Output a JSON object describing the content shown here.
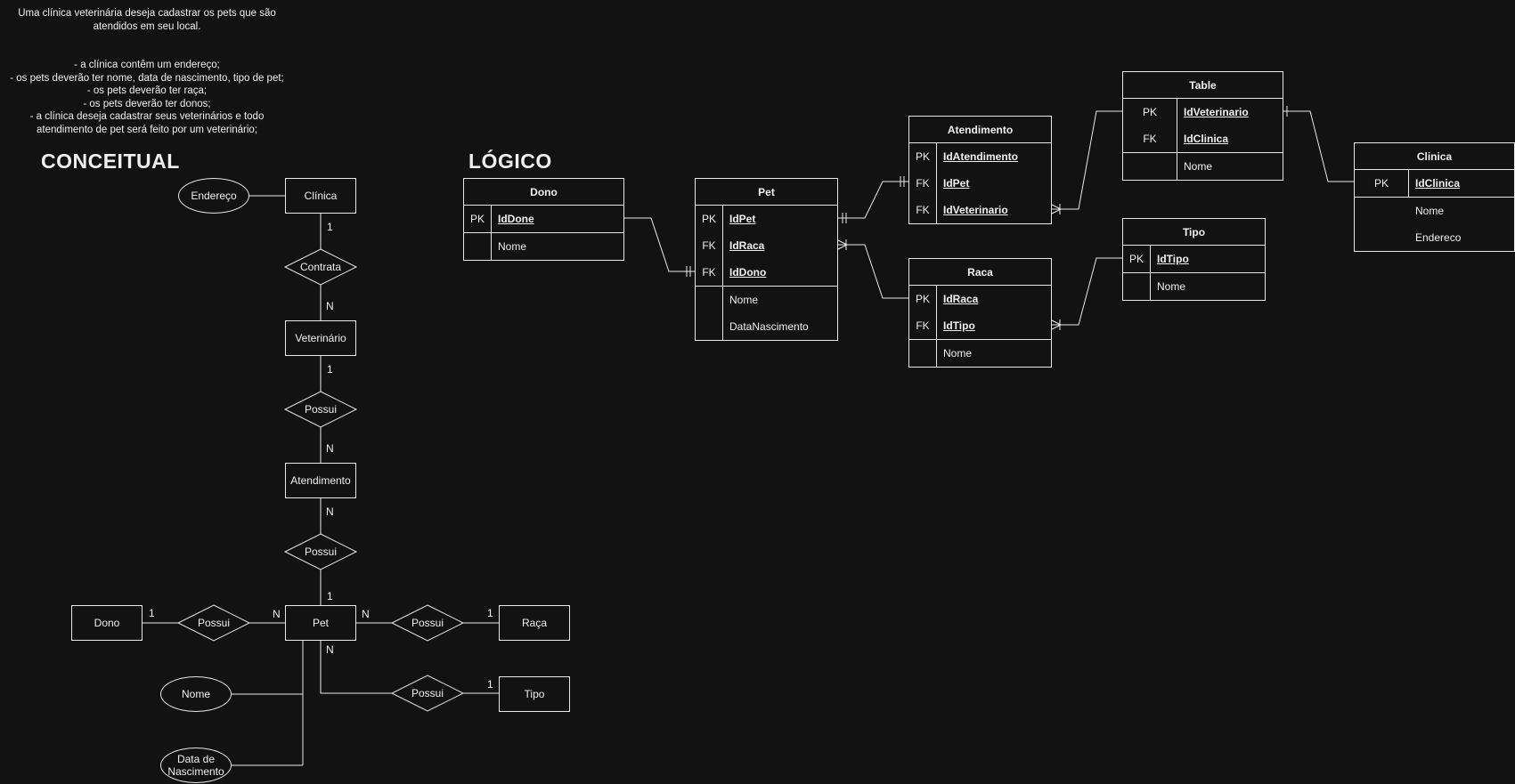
{
  "description": {
    "title_line1": "Uma clínica veterinária deseja cadastrar os pets que são",
    "title_line2": "atendidos em seu local.",
    "rules": [
      "- a clínica contêm um endereço;",
      "- os pets deverão ter nome, data de nascimento, tipo de pet;",
      "- os pets deverão ter raça;",
      "- os pets deverão ter donos;",
      "- a clínica deseja cadastrar seus veterinários e todo",
      "atendimento de pet será feito por um veterinário;"
    ]
  },
  "conceptual": {
    "heading": "CONCEITUAL",
    "entities": {
      "clinica": "Clínica",
      "veterinario": "Veterinário",
      "atendimento": "Atendimento",
      "pet": "Pet",
      "dono": "Dono",
      "raca": "Raça",
      "tipo": "Tipo"
    },
    "relationships": {
      "contrata": "Contrata",
      "possui_vet_atend": "Possui",
      "possui_atend_pet": "Possui",
      "possui_dono": "Possui",
      "possui_raca": "Possui",
      "possui_tipo": "Possui"
    },
    "attributes": {
      "endereco": "Endereço",
      "nome": "Nome",
      "data_nasc_line1": "Data de",
      "data_nasc_line2": "Nascimento"
    },
    "cardinalities": {
      "clinica_contrata": "1",
      "contrata_vet": "N",
      "vet_possui": "1",
      "possui_atend": "N",
      "atend_possui": "N",
      "possui_pet": "1",
      "dono_1": "1",
      "pet_dono_n": "N",
      "pet_raca_n": "N",
      "raca_1": "1",
      "pet_tipo_n": "N",
      "tipo_1": "1"
    }
  },
  "logical": {
    "heading": "LÓGICO",
    "tables": {
      "dono": {
        "title": "Dono",
        "keys": [
          {
            "k": "PK",
            "f": "IdDone"
          }
        ],
        "attrs": [
          "Nome"
        ]
      },
      "pet": {
        "title": "Pet",
        "keys": [
          {
            "k": "PK",
            "f": "IdPet"
          },
          {
            "k": "FK",
            "f": "IdRaca"
          },
          {
            "k": "FK",
            "f": "IdDono"
          }
        ],
        "attrs": [
          "Nome",
          "DataNascimento"
        ]
      },
      "atendimento": {
        "title": "Atendimento",
        "keys": [
          {
            "k": "PK",
            "f": "IdAtendimento"
          },
          {
            "k": "FK",
            "f": "IdPet"
          },
          {
            "k": "FK",
            "f": "IdVeterinario"
          }
        ],
        "attrs": []
      },
      "raca": {
        "title": "Raca",
        "keys": [
          {
            "k": "PK",
            "f": "IdRaca"
          },
          {
            "k": "FK",
            "f": "IdTipo"
          }
        ],
        "attrs": [
          "Nome"
        ]
      },
      "table": {
        "title": "Table",
        "keys": [
          {
            "k": "PK",
            "f": "IdVeterinario"
          },
          {
            "k": "FK",
            "f": "IdClinica"
          }
        ],
        "attrs": [
          "Nome"
        ]
      },
      "tipo": {
        "title": "Tipo",
        "keys": [
          {
            "k": "PK",
            "f": "IdTipo"
          }
        ],
        "attrs": [
          "Nome"
        ]
      },
      "clinica": {
        "title": "Clinica",
        "keys": [
          {
            "k": "PK",
            "f": "IdClinica"
          }
        ],
        "attrs": [
          "Nome",
          "Endereco"
        ]
      }
    }
  }
}
